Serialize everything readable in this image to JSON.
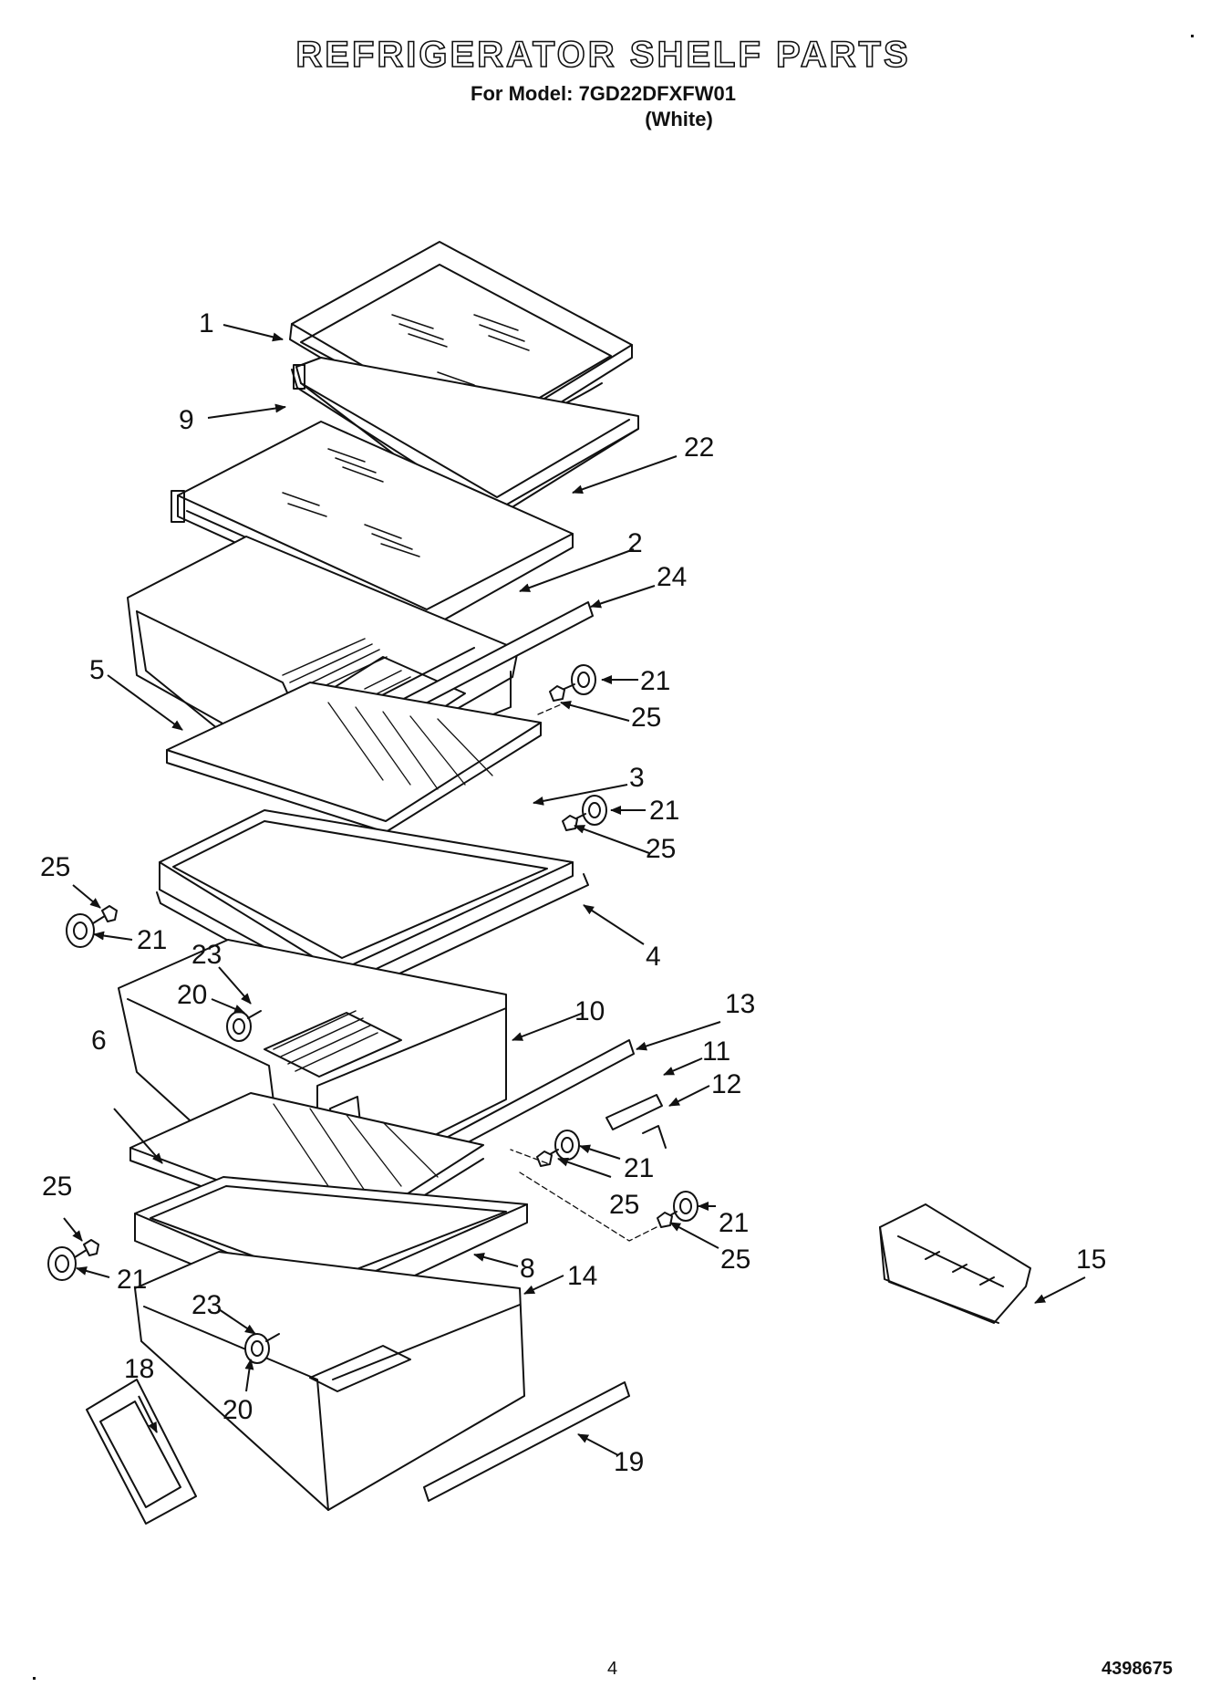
{
  "header": {
    "title": "REFRIGERATOR SHELF PARTS",
    "model_line": "For Model: 7GD22DFXFW01",
    "color_line": "(White)"
  },
  "callouts": [
    {
      "id": "c1",
      "text": "1"
    },
    {
      "id": "c9",
      "text": "9"
    },
    {
      "id": "c22",
      "text": "22"
    },
    {
      "id": "c2",
      "text": "2"
    },
    {
      "id": "c24",
      "text": "24"
    },
    {
      "id": "c5",
      "text": "5"
    },
    {
      "id": "c21a",
      "text": "21"
    },
    {
      "id": "c25a",
      "text": "25"
    },
    {
      "id": "c3",
      "text": "3"
    },
    {
      "id": "c21b",
      "text": "21"
    },
    {
      "id": "c25b",
      "text": "25"
    },
    {
      "id": "c25c",
      "text": "25"
    },
    {
      "id": "c21c",
      "text": "21"
    },
    {
      "id": "c4",
      "text": "4"
    },
    {
      "id": "c23a",
      "text": "23"
    },
    {
      "id": "c20a",
      "text": "20"
    },
    {
      "id": "c10",
      "text": "10"
    },
    {
      "id": "c13",
      "text": "13"
    },
    {
      "id": "c6",
      "text": "6"
    },
    {
      "id": "c11",
      "text": "11"
    },
    {
      "id": "c12",
      "text": "12"
    },
    {
      "id": "c21d",
      "text": "21"
    },
    {
      "id": "c25d",
      "text": "25"
    },
    {
      "id": "c25e",
      "text": "25"
    },
    {
      "id": "c21e",
      "text": "21"
    },
    {
      "id": "c25f",
      "text": "25"
    },
    {
      "id": "c21f",
      "text": "21"
    },
    {
      "id": "c8",
      "text": "8"
    },
    {
      "id": "c14",
      "text": "14"
    },
    {
      "id": "c15",
      "text": "15"
    },
    {
      "id": "c23b",
      "text": "23"
    },
    {
      "id": "c18",
      "text": "18"
    },
    {
      "id": "c20b",
      "text": "20"
    },
    {
      "id": "c19",
      "text": "19"
    }
  ],
  "footer": {
    "page_number": "4",
    "document_number": "4398675"
  }
}
